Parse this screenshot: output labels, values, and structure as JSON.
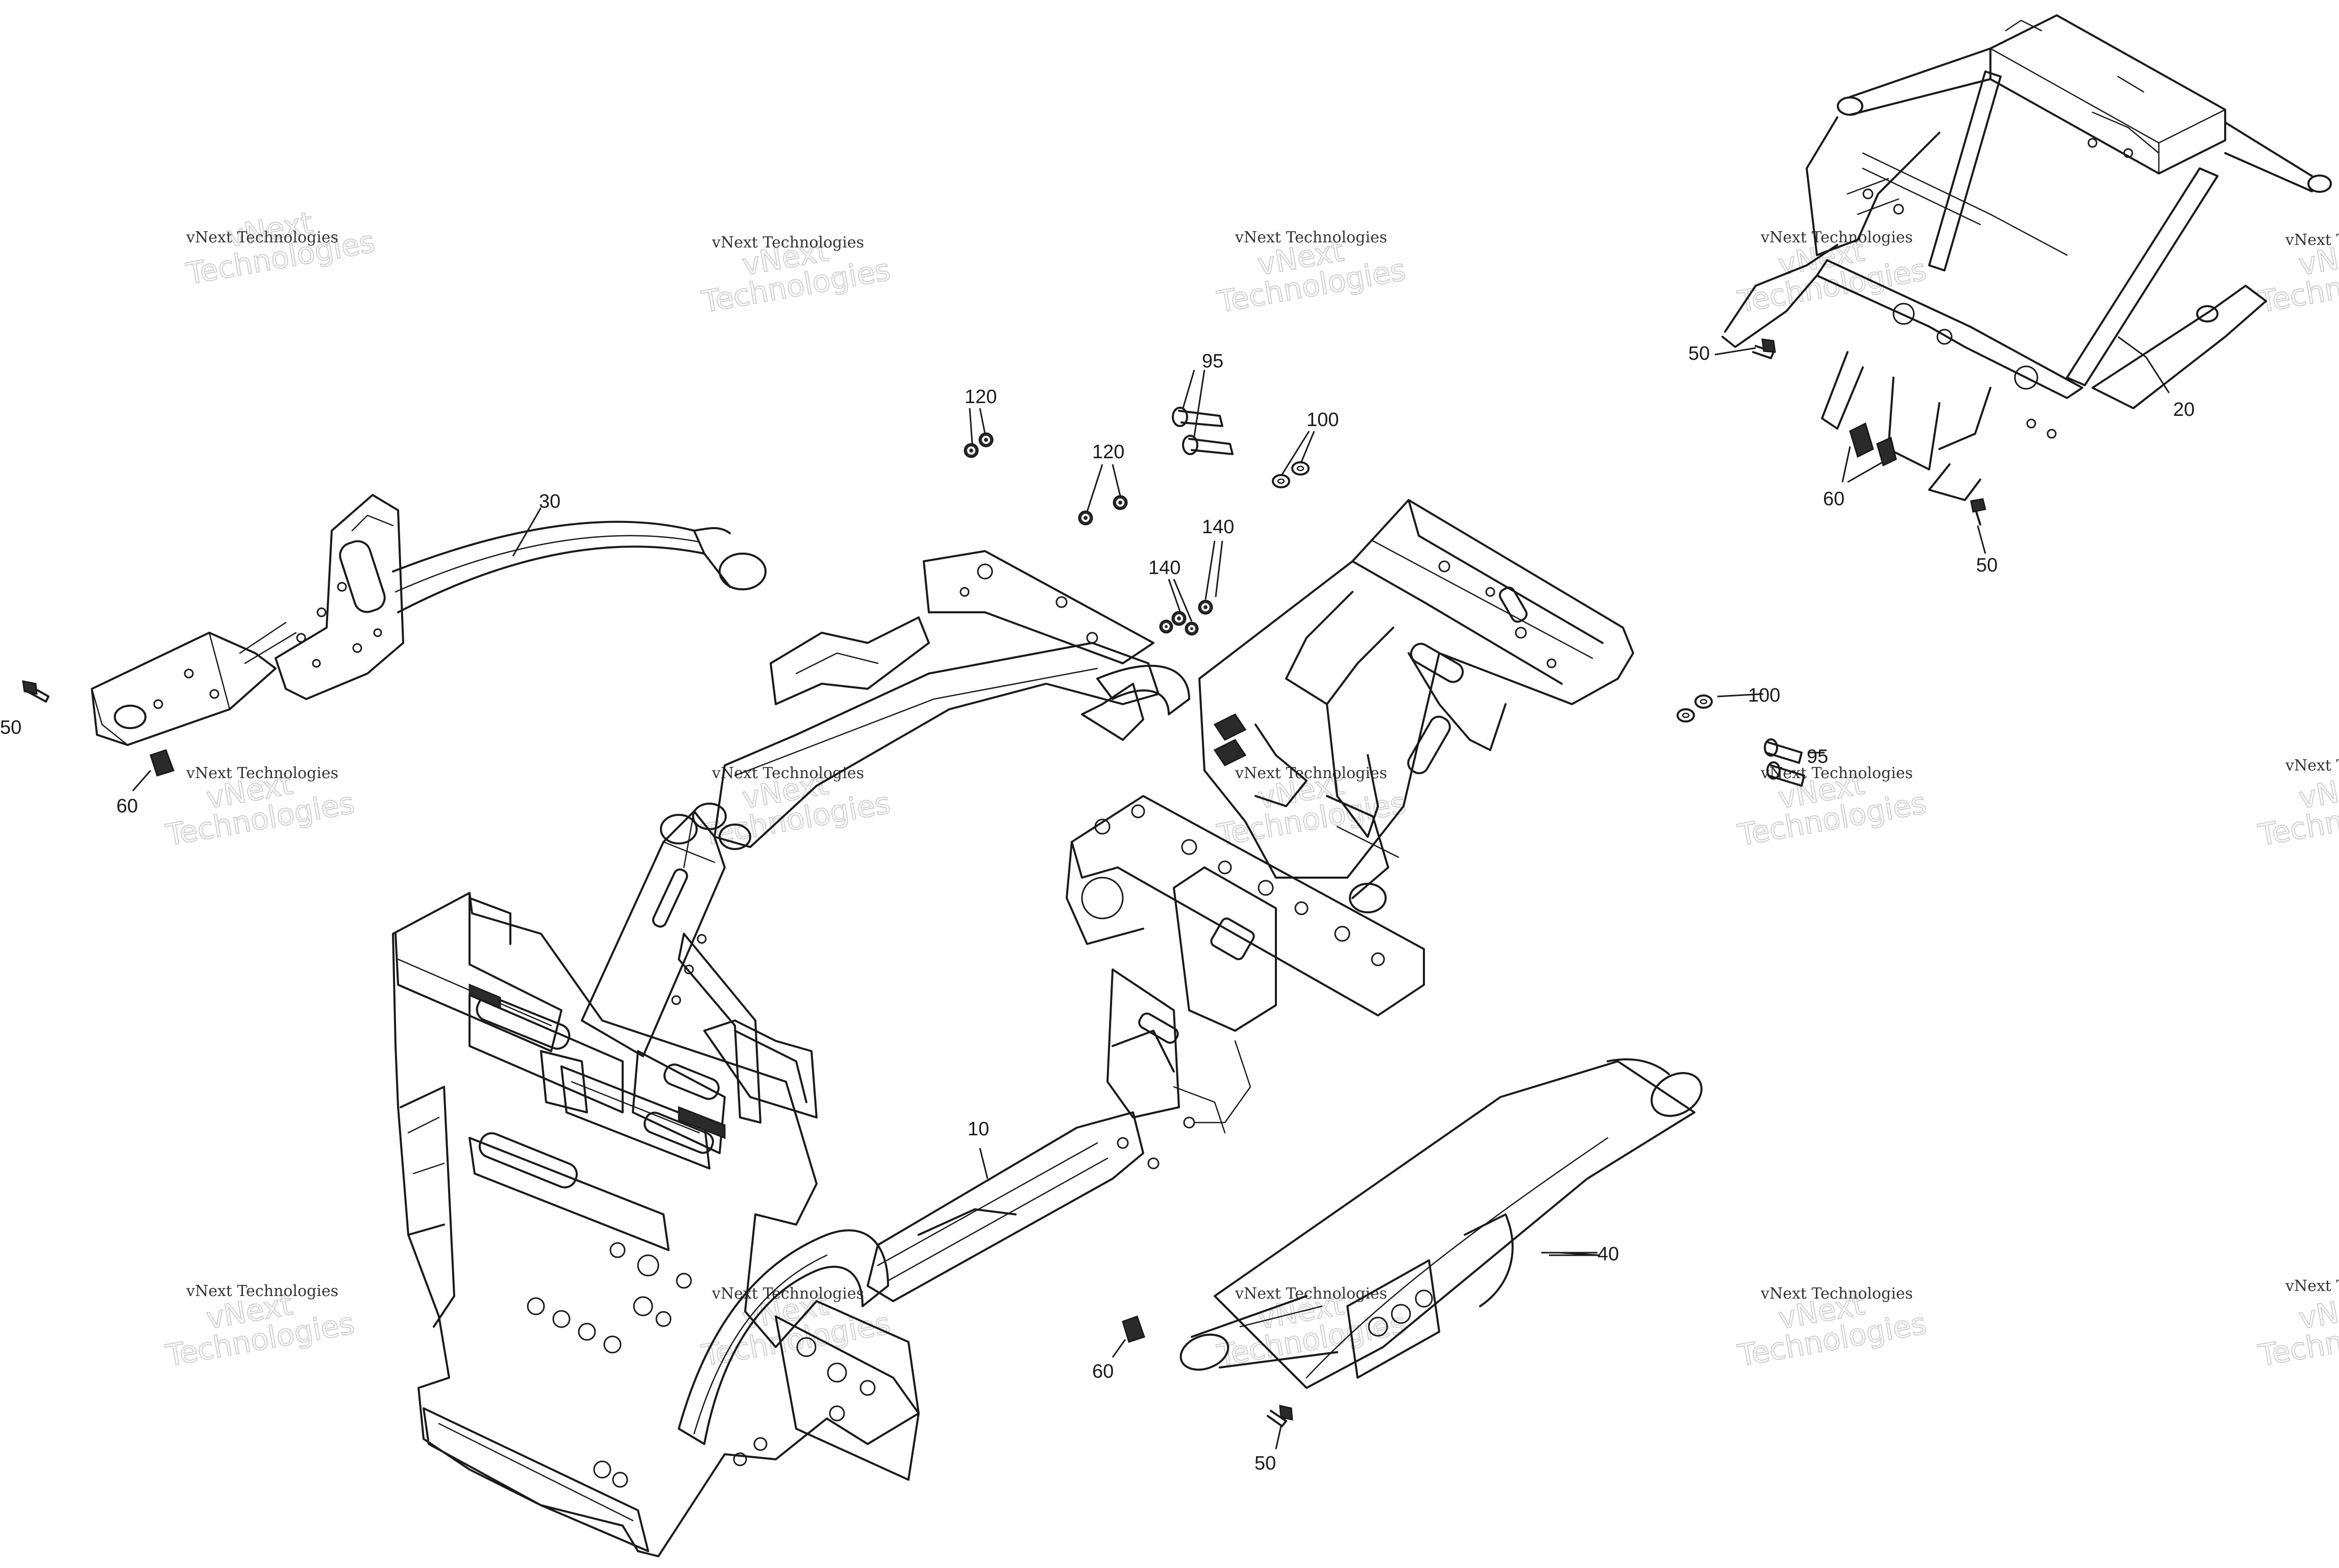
{
  "callouts": [
    "10",
    "20",
    "30",
    "40",
    "50",
    "50",
    "50",
    "50",
    "60",
    "60",
    "60",
    "95",
    "95",
    "100",
    "100",
    "120",
    "120",
    "140",
    "140"
  ],
  "watermark": {
    "line1": "vNext Technologies",
    "line2": "vNext Technologies"
  },
  "colors": {
    "ink": "#1a1a1a",
    "paper": "#ffffff",
    "watermark": "#cfcfcf"
  }
}
